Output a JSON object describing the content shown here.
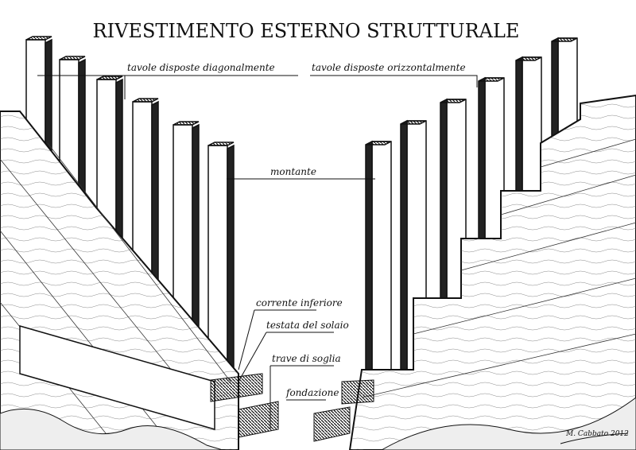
{
  "title": "RIVESTIMENTO ESTERNO STRUTTURALE",
  "labels": {
    "diagonal": "tavole disposte diagonalmente",
    "horizontal": "tavole disposte orizzontalmente",
    "stud": "montante",
    "bottom_plate": "corrente inferiore",
    "rim_joist": "testata del solaio",
    "sill_beam": "trave di soglia",
    "foundation": "fondazione"
  },
  "signature": "M. Cabbato 2012"
}
